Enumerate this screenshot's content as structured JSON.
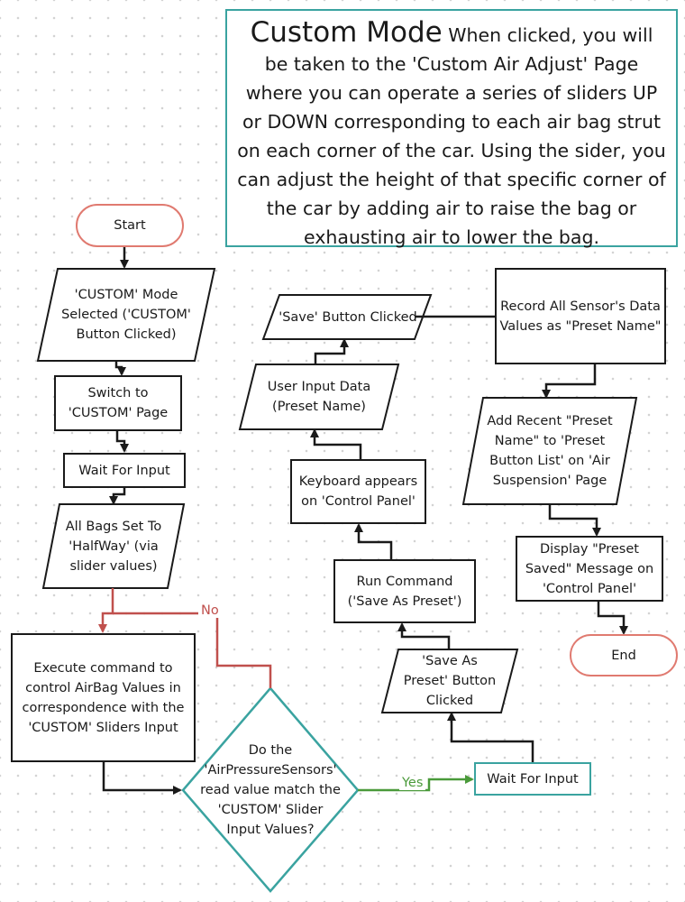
{
  "info": {
    "title": "Custom Mode",
    "text": "When clicked, you will be taken to the 'Custom Air Adjust' Page where you can operate a series of sliders UP or DOWN corresponding to each air bag strut on each corner of the car. Using the sider, you can adjust the height of that specific corner of the car by adding air to raise the bag or exhausting air to lower the bag."
  },
  "nodes": {
    "start": "Start",
    "custom_mode_selected": "'CUSTOM' Mode Selected ('CUSTOM' Button Clicked)",
    "switch_page": "Switch to 'CUSTOM' Page",
    "wait_input_1": "Wait For Input",
    "all_bags_halfway": "All Bags Set To 'HalfWay' (via slider values)",
    "execute_command": "Execute command to control AirBag Values in correspondence with the 'CUSTOM' Sliders Input",
    "decision": "Do the 'AirPressureSensors' read value match the 'CUSTOM' Slider Input Values?",
    "wait_input_2": "Wait For Input",
    "save_as_preset_clicked": "'Save As Preset' Button Clicked",
    "run_command": "Run Command ('Save As Preset')",
    "keyboard_appears": "Keyboard appears on 'Control Panel'",
    "user_input_data": "User Input Data (Preset Name)",
    "save_clicked": "'Save' Button Clicked",
    "record_sensor_data": "Record All Sensor's Data Values as \"Preset Name\"",
    "add_preset": "Add Recent \"Preset Name\" to 'Preset Button List' on 'Air Suspension' Page",
    "display_saved": "Display \"Preset Saved\" Message on 'Control Panel'",
    "end": "End"
  },
  "edges": {
    "no_label": "No",
    "yes_label": "Yes"
  },
  "colors": {
    "no_branch": "#c0504d",
    "yes_branch": "#4a9a3a",
    "teal": "#3aa3a0",
    "terminal": "#e07a70",
    "default": "#1a1a1a"
  }
}
